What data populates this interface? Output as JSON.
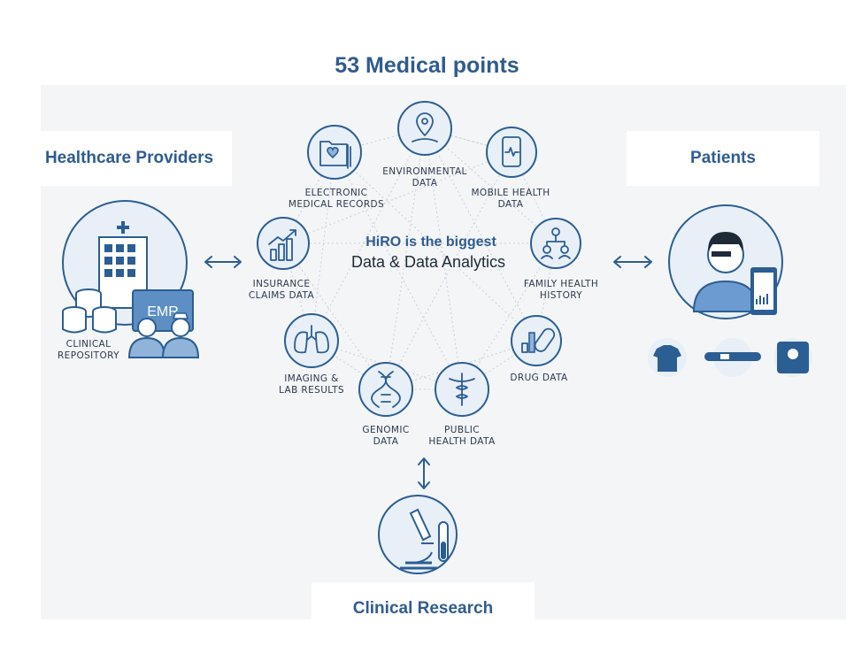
{
  "title": "53 Medical points",
  "groups": {
    "providers": "Healthcare Providers",
    "patients": "Patients",
    "research": "Clinical Research"
  },
  "center": {
    "line1": "HiRO is the biggest",
    "line2": "Data & Data Analytics"
  },
  "nodes": {
    "environmental": [
      "ENVIRONMENTAL",
      "DATA"
    ],
    "mobile_health": [
      "MOBILE HEALTH",
      "DATA"
    ],
    "family_history": [
      "FAMILY HEALTH",
      "HISTORY"
    ],
    "drug": [
      "DRUG DATA"
    ],
    "public_health": [
      "PUBLIC",
      "HEALTH DATA"
    ],
    "genomic": [
      "GENOMIC",
      "DATA"
    ],
    "imaging": [
      "IMAGING &",
      "LAB RESULTS"
    ],
    "insurance": [
      "INSURANCE",
      "CLAIMS DATA"
    ],
    "emr": [
      "ELECTRONIC",
      "MEDICAL RECORDS"
    ]
  },
  "provider_art": {
    "emr_screen": "EMR",
    "repository": [
      "CLINICAL",
      "REPOSITORY"
    ]
  },
  "colors": {
    "accent": "#2f5c8f",
    "icon_stroke": "#2b5e93",
    "icon_fill": "#e8eff7",
    "panel": "#f4f5f7"
  },
  "icons": [
    "building-icon",
    "database-icon",
    "doctor-icon",
    "nurse-icon",
    "person-with-glasses-icon",
    "tshirt-icon",
    "wristband-icon",
    "scale-icon",
    "microscope-icon",
    "test-tube-icon",
    "location-pin-icon",
    "phone-icon",
    "org-chart-icon",
    "pills-icon",
    "caduceus-icon",
    "dna-icon",
    "lungs-icon",
    "chart-icon",
    "folder-heart-icon"
  ]
}
